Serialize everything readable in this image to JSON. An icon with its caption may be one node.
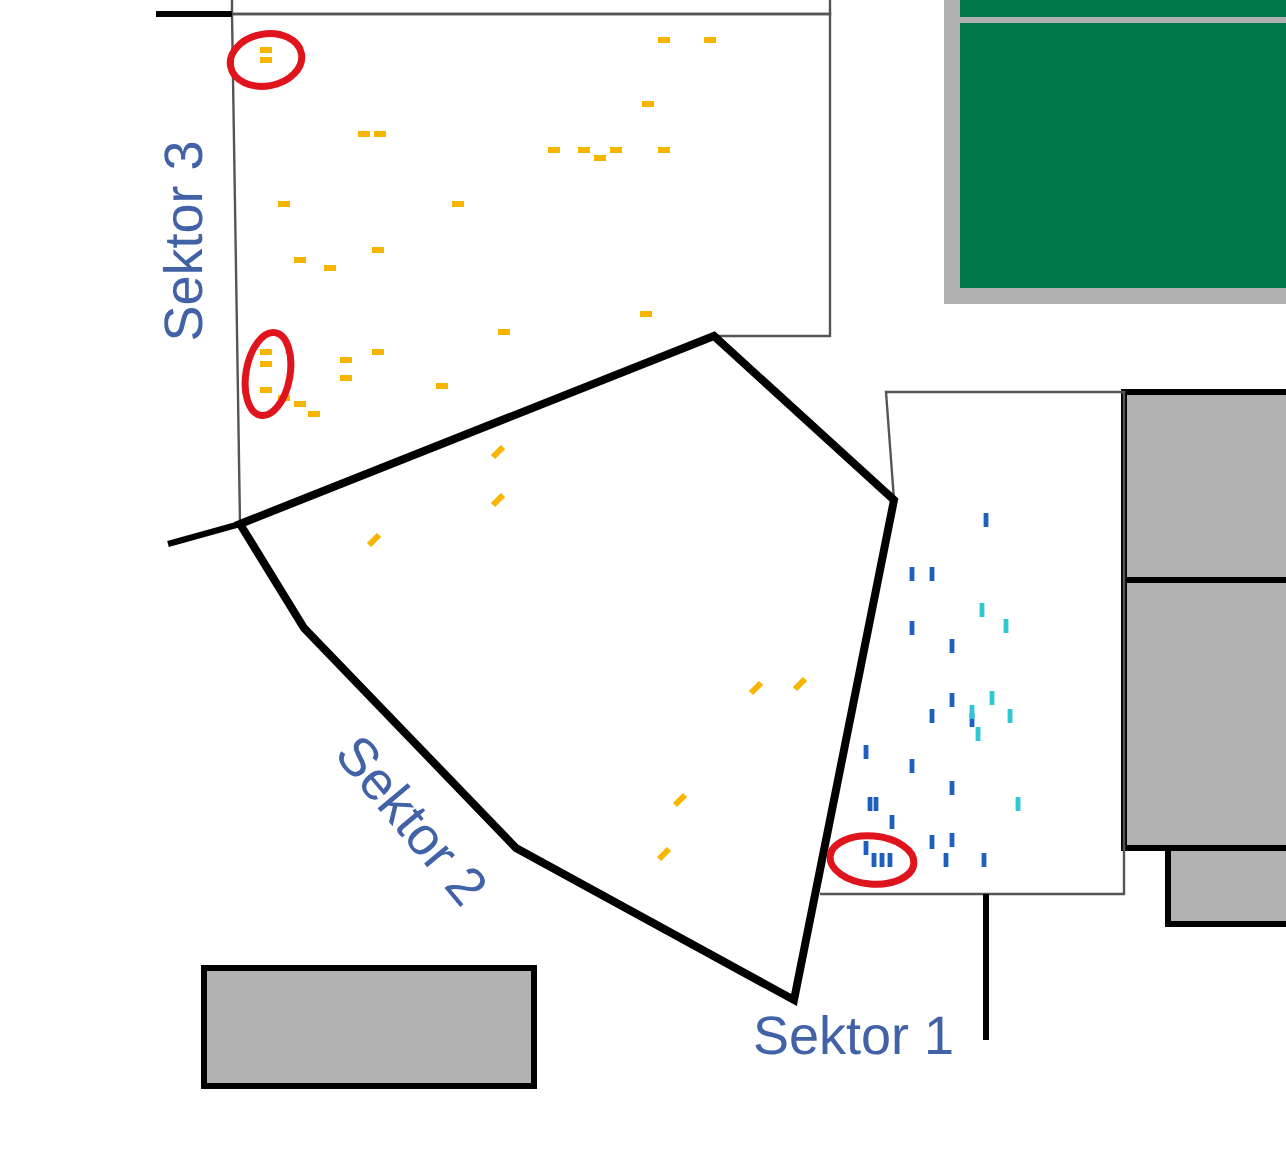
{
  "diagram": {
    "labels": [
      "Sektor 3",
      "Sektor 2",
      "Sektor 1"
    ]
  }
}
